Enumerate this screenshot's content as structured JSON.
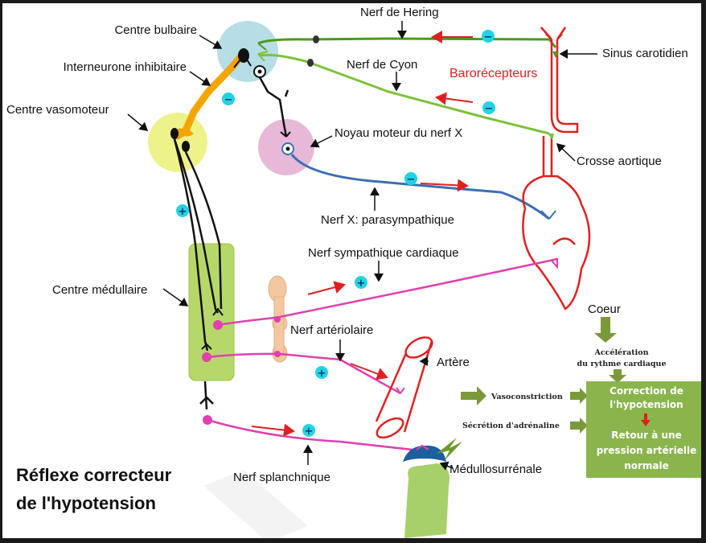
{
  "title": {
    "line1": "Réflexe correcteur",
    "line2": "de l'hypotension"
  },
  "labels": {
    "centre_bulbaire": "Centre bulbaire",
    "interneurone": "Interneurone inhibitaire",
    "centre_vasomoteur": "Centre vasomoteur",
    "nerf_hering": "Nerf de Hering",
    "nerf_cyon": "Nerf de Cyon",
    "sinus": "Sinus carotidien",
    "barorecepteurs": "Barorécepteurs",
    "noyau_moteur": "Noyau moteur du nerf X",
    "crosse": "Crosse aortique",
    "nerf_x": "Nerf X: parasympathique",
    "nerf_symp": "Nerf sympathique cardiaque",
    "centre_medullaire": "Centre médullaire",
    "coeur": "Coeur",
    "nerf_arteriolaire": "Nerf artériolaire",
    "artere": "Artère",
    "nerf_splanchnique": "Nerf splanchnique",
    "medullo": "Médullosurrénale",
    "acceleration_1": "Accélération",
    "acceleration_2": "du rythme cardiaque",
    "vasoconstriction": "Vasoconstriction",
    "secretion": "Sécrétion d'adrénaline"
  },
  "result_box": {
    "line1": "Correction de",
    "line2": "l'hypotension",
    "line3": "Retour à une",
    "line4": "pression artérielle",
    "line5": "normale"
  },
  "signs": {
    "minus": "−",
    "plus": "+"
  },
  "colors": {
    "hering_nerve": "#4a9a1e",
    "cyon_nerve": "#7cc23a",
    "vagus_nerve": "#3a6fb5",
    "sympathetic_nerve": "#e040b0",
    "heart": "#e02020",
    "interneuron": "#f5a500",
    "result_box": "#8ab54c",
    "sign_bubble": "#22d3e6"
  }
}
